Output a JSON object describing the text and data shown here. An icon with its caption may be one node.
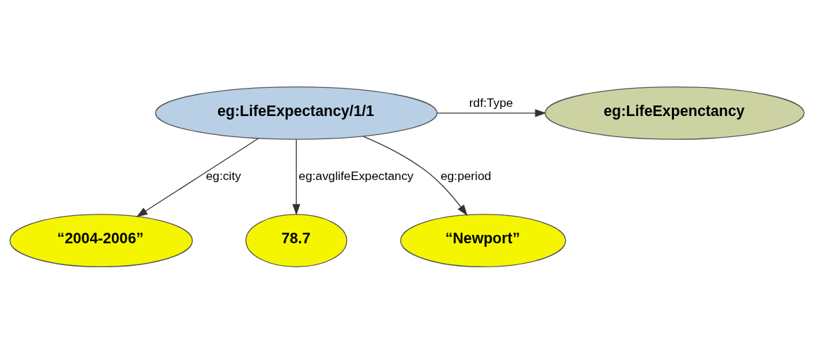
{
  "diagram": {
    "nodes": [
      {
        "text": [
          "eg:LifeExpectancy/1/1"
        ]
      },
      {
        "text": [
          "eg:LifeExpenctancy"
        ]
      },
      {
        "text": [
          "“2004-2006”"
        ]
      },
      {
        "text": [
          "78.7"
        ]
      },
      {
        "text": [
          "“Newport”"
        ]
      }
    ],
    "edges": [
      {
        "from": 0,
        "to": 1,
        "arrow": "to",
        "label": "rdf:Type"
      },
      {
        "from": 0,
        "to": 2,
        "arrow": "to",
        "label": "eg:city"
      },
      {
        "from": 0,
        "to": 3,
        "arrow": "to",
        "label": "eg:avglifeExpectancy"
      },
      {
        "from": 0,
        "to": 4,
        "arrow": "to",
        "label": "eg:period"
      }
    ]
  }
}
